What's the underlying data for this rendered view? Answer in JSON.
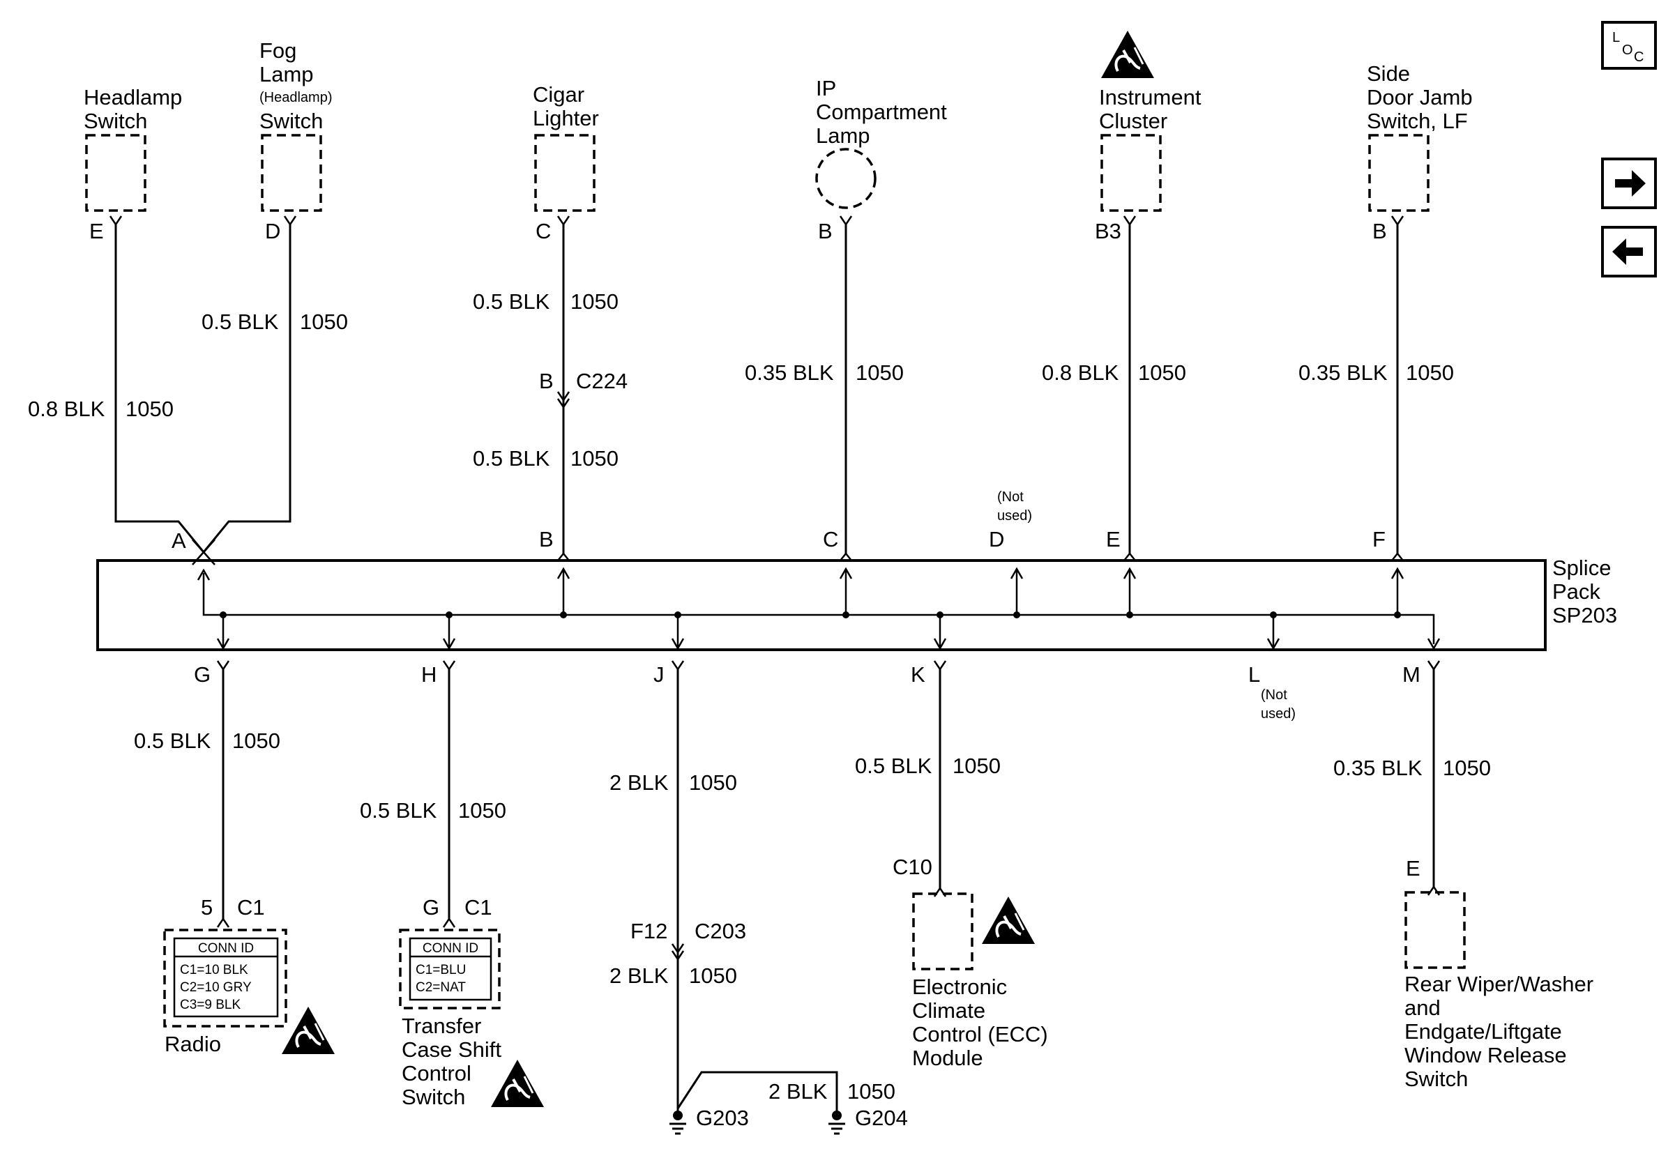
{
  "loc_icon": {
    "l": "L",
    "o": "O",
    "c": "C"
  },
  "nav": {
    "forward_icon": "arrow-right-icon",
    "back_icon": "arrow-left-icon"
  },
  "components": {
    "headlamp_switch": {
      "line1": "Headlamp",
      "line2": "Switch",
      "pin": "E",
      "gauge": "0.8 BLK",
      "circuit": "1050"
    },
    "fog_lamp_switch": {
      "line1": "Fog",
      "line2": "Lamp",
      "line3": "(Headlamp)",
      "line4": "Switch",
      "pin": "D",
      "gauge": "0.5 BLK",
      "circuit": "1050"
    },
    "cigar_lighter": {
      "line1": "Cigar",
      "line2": "Lighter",
      "pin": "C",
      "gauge": "0.5 BLK",
      "circuit": "1050",
      "inline_pin": "B",
      "inline_connector": "C224",
      "gauge2": "0.5 BLK",
      "circuit2": "1050"
    },
    "ip_compartment_lamp": {
      "line1": "IP",
      "line2": "Compartment",
      "line3": "Lamp",
      "pin": "B",
      "gauge": "0.35 BLK",
      "circuit": "1050"
    },
    "instrument_cluster": {
      "line1": "Instrument",
      "line2": "Cluster",
      "pin": "B3",
      "gauge": "0.8 BLK",
      "circuit": "1050"
    },
    "side_door_jamb_switch": {
      "line1": "Side",
      "line2": "Door Jamb",
      "line3": "Switch, LF",
      "pin": "B",
      "gauge": "0.35 BLK",
      "circuit": "1050"
    },
    "radio": {
      "label": "Radio",
      "pin": "5",
      "connector": "C1",
      "gauge": "0.5 BLK",
      "circuit": "1050",
      "conn_id_title": "CONN ID",
      "conn_id": [
        "C1=10 BLK",
        "C2=10 GRY",
        "C3=9 BLK"
      ]
    },
    "transfer_case_switch": {
      "line1": "Transfer",
      "line2": "Case Shift",
      "line3": "Control",
      "line4": "Switch",
      "pin": "G",
      "connector": "C1",
      "gauge": "0.5 BLK",
      "circuit": "1050",
      "conn_id_title": "CONN ID",
      "conn_id": [
        "C1=BLU",
        "C2=NAT"
      ]
    },
    "ground": {
      "gauge": "2 BLK",
      "circuit": "1050",
      "inline_pin": "F12",
      "inline_connector": "C203",
      "gauge2": "2 BLK",
      "circuit2": "1050",
      "g203": "G203",
      "g204": "G204",
      "branch_gauge": "2 BLK",
      "branch_circuit": "1050"
    },
    "ecc_module": {
      "line1": "Electronic",
      "line2": "Climate",
      "line3": "Control (ECC)",
      "line4": "Module",
      "pin": "C10",
      "gauge": "0.5 BLK",
      "circuit": "1050"
    },
    "rear_wiper_switch": {
      "line1": "Rear Wiper/Washer",
      "line2": "and",
      "line3": "Endgate/Liftgate",
      "line4": "Window Release",
      "line5": "Switch",
      "pin": "E",
      "gauge": "0.35 BLK",
      "circuit": "1050"
    }
  },
  "splice_pack": {
    "line1": "Splice",
    "line2": "Pack",
    "line3": "SP203",
    "top_pins": {
      "a": "A",
      "b": "B",
      "c": "C",
      "d": "D",
      "e": "E",
      "f": "F"
    },
    "bottom_pins": {
      "g": "G",
      "h": "H",
      "j": "J",
      "k": "K",
      "l": "L",
      "m": "M"
    },
    "not_used_1": "(Not",
    "not_used_2": "used)"
  },
  "esd_icon": "esd-sensitive-icon"
}
